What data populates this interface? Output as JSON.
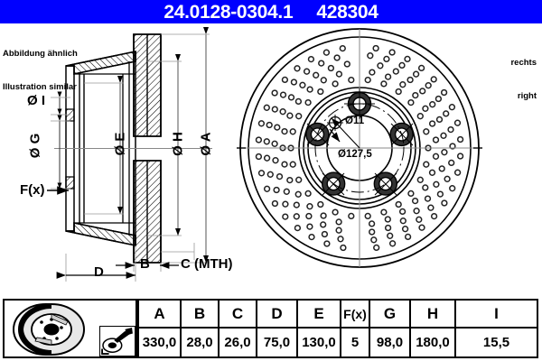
{
  "header": {
    "part_number": "24.0128-0304.1",
    "article_number": "428304",
    "background_color": "#0000ff",
    "text_color": "#ffffff"
  },
  "notes": {
    "top_left_line1": "Abbildung ähnlich",
    "top_left_line2": "Illustration similar",
    "top_right_line1": "rechts",
    "top_right_line2": "right"
  },
  "section_view": {
    "labels": {
      "dia_i": "Ø I",
      "dia_g": "Ø G",
      "dia_e": "Ø E",
      "dia_h": "Ø H",
      "dia_a": "Ø A",
      "fx": "F(x)",
      "b": "B",
      "c": "C (MTH)",
      "d": "D"
    }
  },
  "face_view": {
    "labels": {
      "hole_dia": "Ø11",
      "bolt_circle": "Ø127,5"
    },
    "bolt_hole_count": 5
  },
  "spec_table": {
    "columns": [
      "A",
      "B",
      "C",
      "D",
      "E",
      "F(x)",
      "G",
      "H",
      "I"
    ],
    "values": [
      "330,0",
      "28,0",
      "26,0",
      "75,0",
      "130,0",
      "5",
      "98,0",
      "180,0",
      "15,5"
    ],
    "icons": {
      "product_photo": "brake-disc-icon",
      "tool": "caliper-tool-icon"
    }
  }
}
